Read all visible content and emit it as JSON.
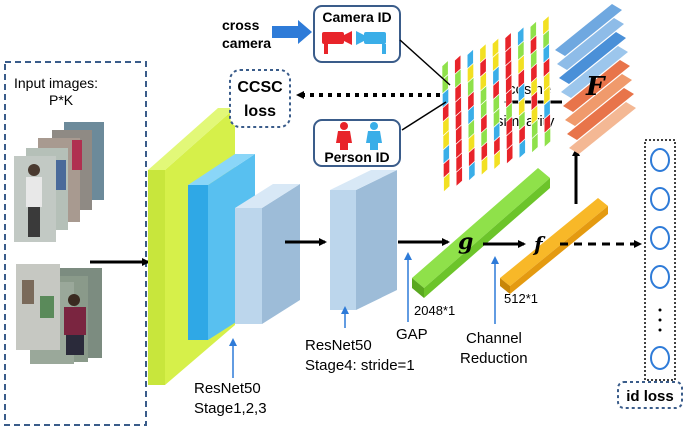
{
  "input": {
    "title": "Input images:",
    "subtitle": "P*K"
  },
  "labels": {
    "stage123_line1": "ResNet50",
    "stage123_line2": "Stage1,2,3",
    "stage4_line1": "ResNet50",
    "stage4_line2": "Stage4: stride=1",
    "gap": "GAP",
    "channel_line1": "Channel",
    "channel_line2": "Reduction",
    "dim_g": "2048*1",
    "dim_f": "512*1",
    "g_symbol": "g",
    "f_symbol": "f",
    "F_symbol": "F",
    "cosine_line1": "cosine",
    "cosine_line2": "similarity",
    "cross_line1": "cross",
    "cross_line2": "camera",
    "camera_id": "Camera ID",
    "person_id": "Person ID",
    "ccsc_line1": "CCSC",
    "ccsc_line2": "loss",
    "id_loss": "id loss"
  },
  "colors": {
    "yellow_green": "#c8e63c",
    "blue": "#2fa8e6",
    "light_blue": "#bcd6ec",
    "green": "#8fe14a",
    "orange": "#f8b828",
    "dashed_border": "#3a5c8a",
    "arrow_blue": "#2e7bd8",
    "camera_red": "#e8242a",
    "person_blue": "#3aaee8"
  }
}
